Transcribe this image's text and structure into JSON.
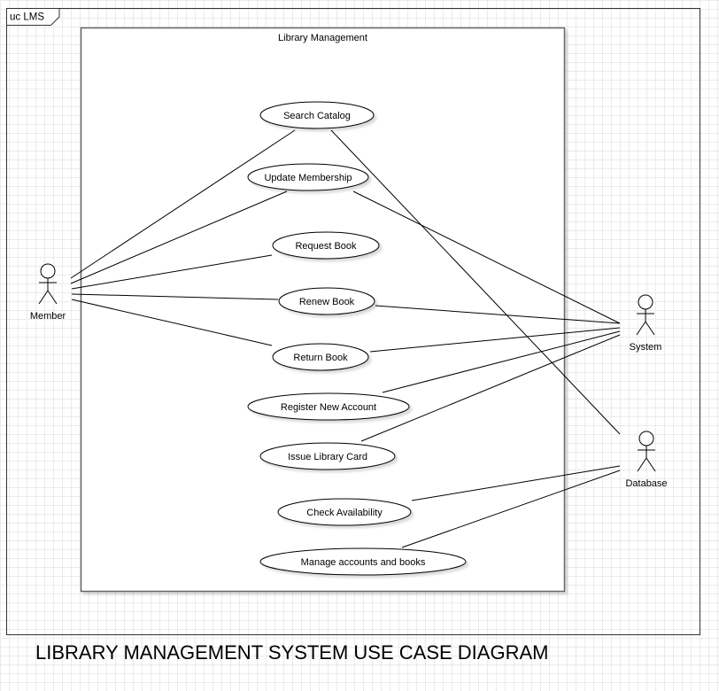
{
  "frame": {
    "label": "uc LMS"
  },
  "system_boundary": {
    "title": "Library Management"
  },
  "actors": {
    "member": "Member",
    "system": "System",
    "database": "Database"
  },
  "use_cases": {
    "search_catalog": "Search Catalog",
    "update_membership": "Update Membership",
    "request_book": "Request Book",
    "renew_book": "Renew Book",
    "return_book": "Return Book",
    "register_new_account": "Register New Account",
    "issue_library_card": "Issue Library Card",
    "check_availability": "Check Availability",
    "manage_accounts_books": "Manage accounts and books"
  },
  "caption": "LIBRARY MANAGEMENT SYSTEM USE CASE DIAGRAM"
}
